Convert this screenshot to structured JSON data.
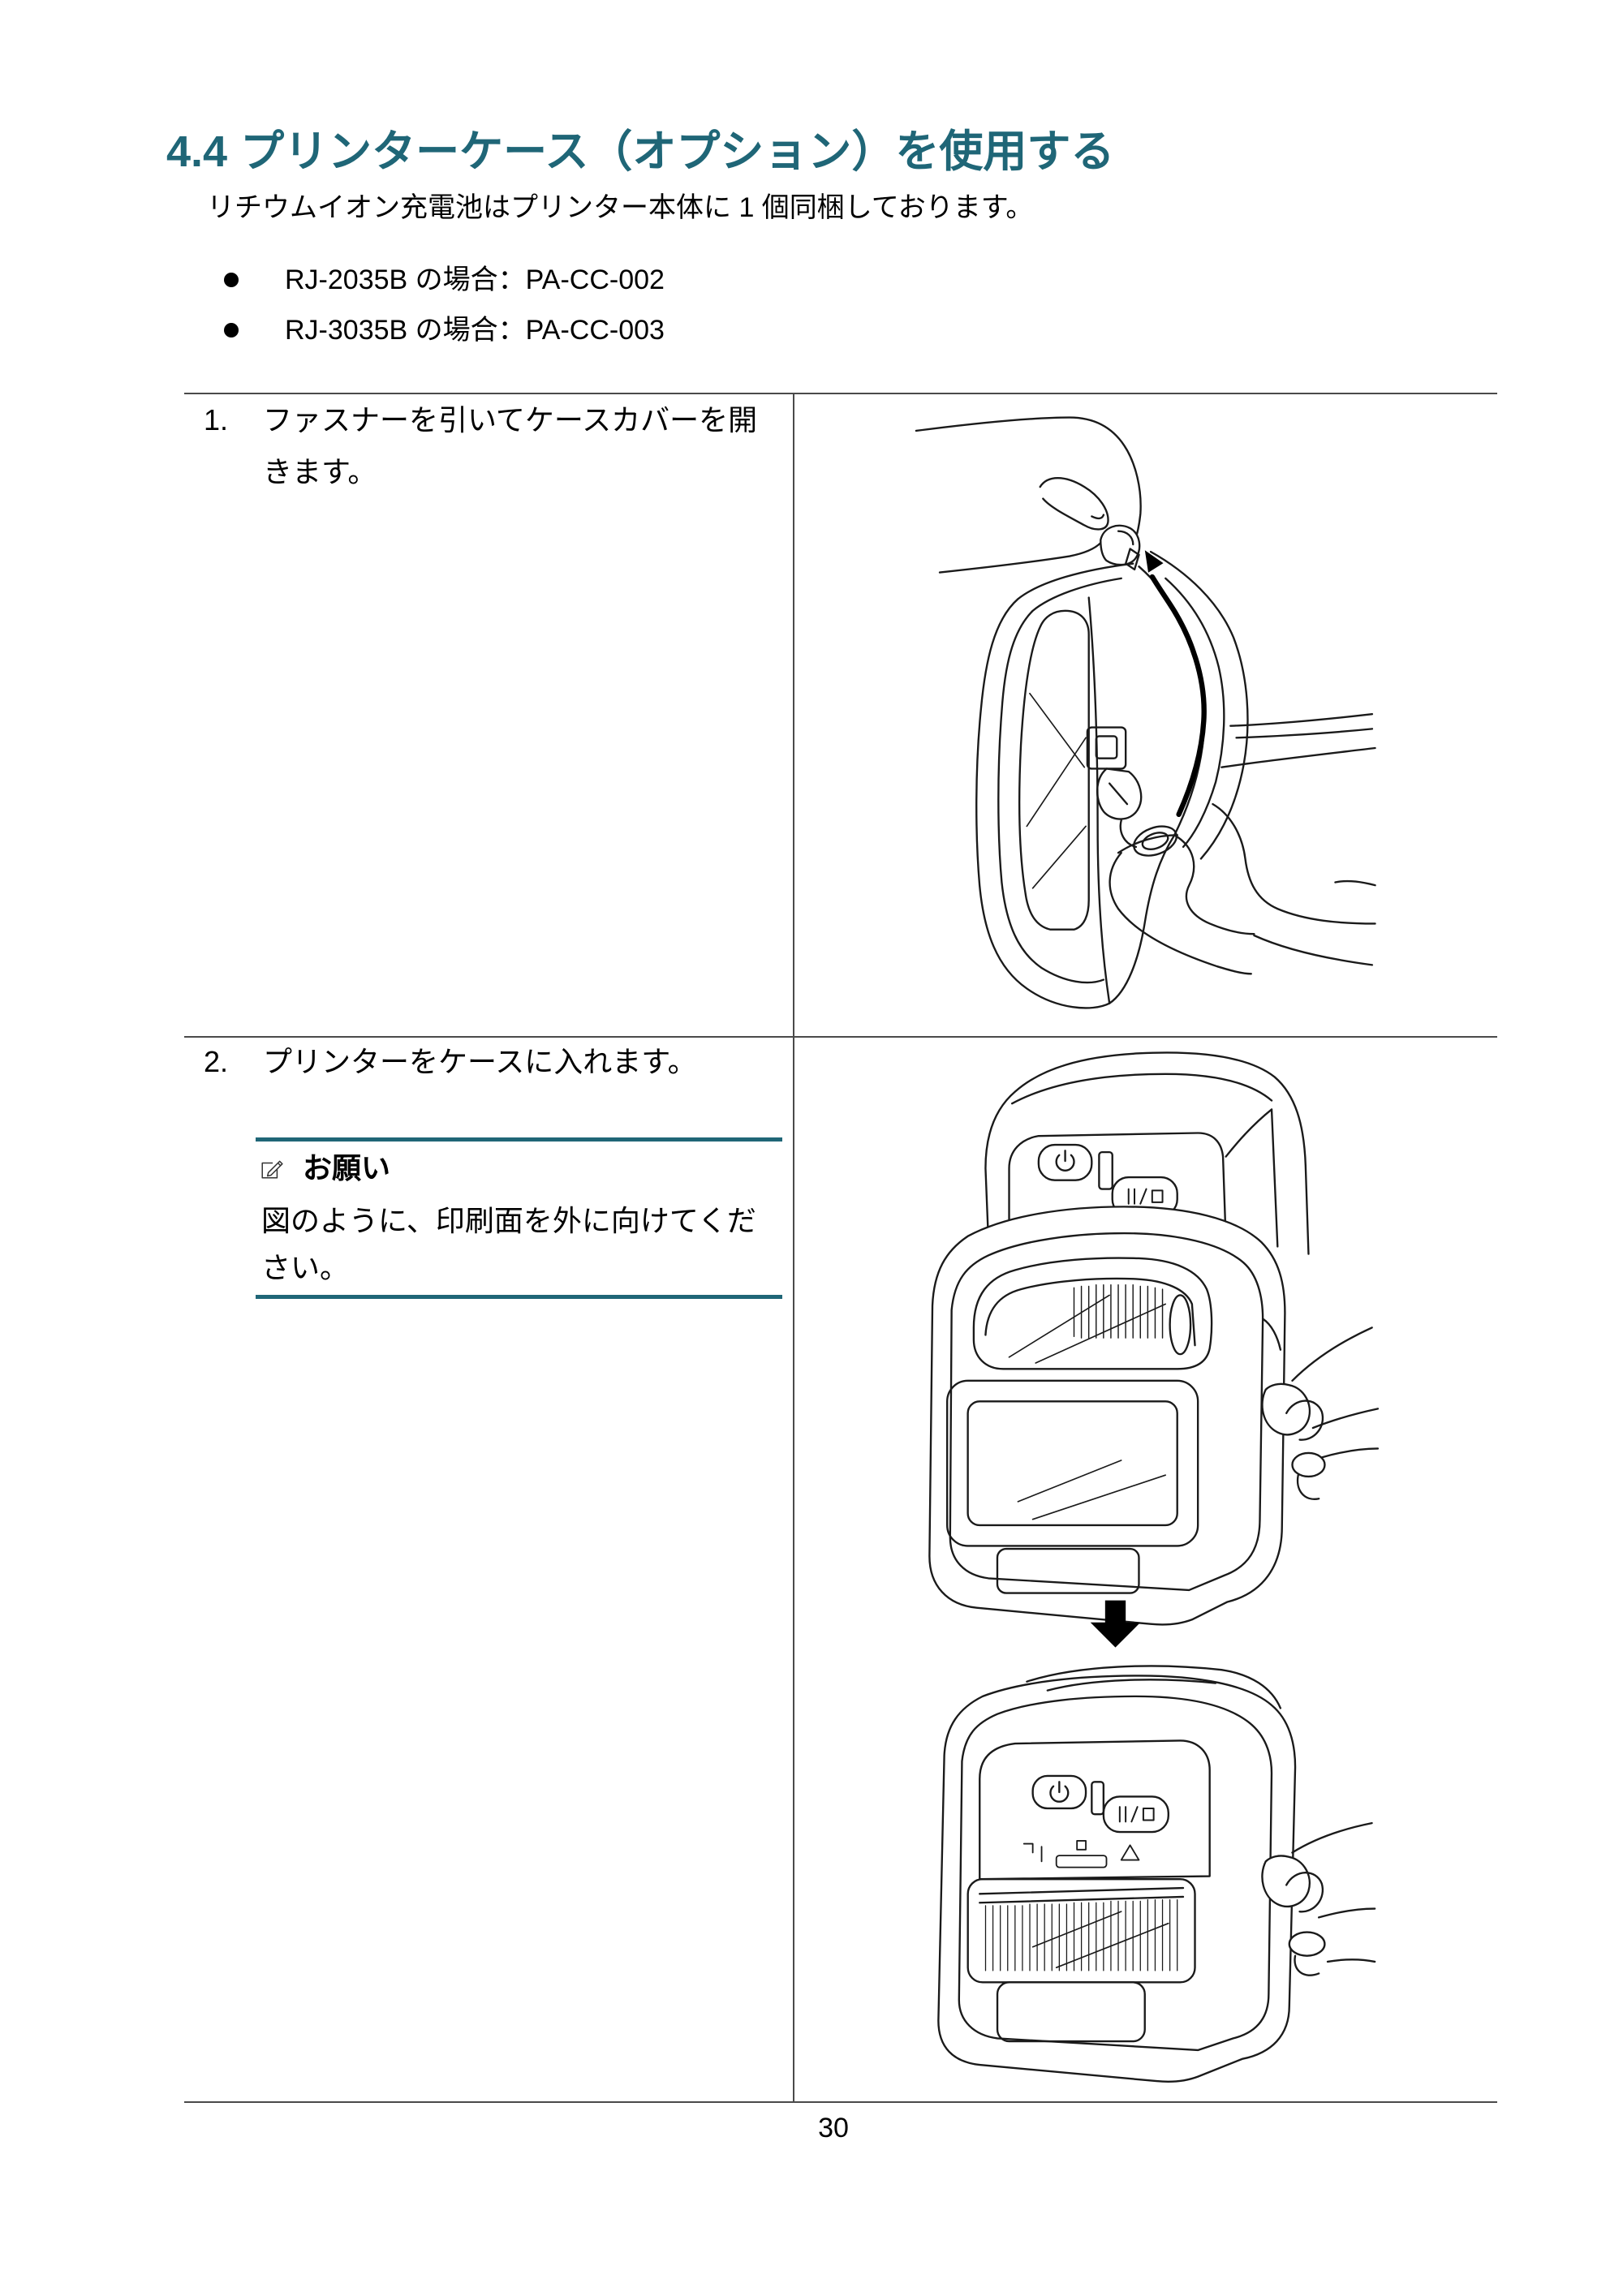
{
  "section": {
    "number": "4.4",
    "title": "プリンターケース（オプション）を使用する"
  },
  "intro": "リチウムイオン充電池はプリンター本体に 1 個同梱しております。",
  "bullets": [
    "RJ-2035B の場合：PA-CC-002",
    "RJ-3035B の場合：PA-CC-003"
  ],
  "steps": [
    {
      "number": "1.",
      "lines": [
        "ファスナーを引いてケースカバーを開",
        "きます。"
      ]
    },
    {
      "number": "2.",
      "lines": [
        "プリンターをケースに入れます。"
      ],
      "note": {
        "icon": "pencil-note-icon",
        "heading": "お願い",
        "lines": [
          "図のように、印刷面を外に向けてくだ",
          "さい。"
        ]
      }
    }
  ],
  "page_number": "30",
  "colors": {
    "accent": "#1f6677",
    "rule": "#4a4a4a",
    "text": "#000000",
    "line_art": "#1a1a1a"
  }
}
